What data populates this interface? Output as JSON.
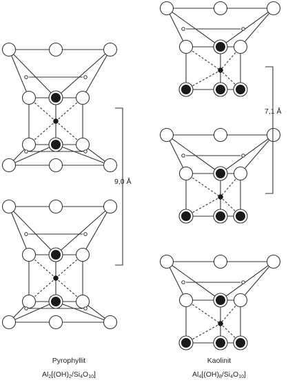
{
  "left": {
    "name": "Pyrophyllit",
    "formula": {
      "a": "Al",
      "b": "2",
      "c": "[(OH)",
      "d": "2",
      "e": "/Si",
      "f": "4",
      "g": "O",
      "h": "10",
      "i": "]"
    }
  },
  "right": {
    "name": "Kaolinit",
    "formula": {
      "a": "Al",
      "b": "4",
      "c": "[(OH)",
      "d": "8",
      "e": "/Si",
      "f": "4",
      "g": "O",
      "h": "10",
      "i": "]"
    }
  },
  "spacing": {
    "left": "9,0 Å",
    "right": "7,1 Å"
  },
  "colors": {
    "line": "#333333",
    "atom_fill": "#ffffff",
    "cation_fill": "#1a1a1a"
  }
}
